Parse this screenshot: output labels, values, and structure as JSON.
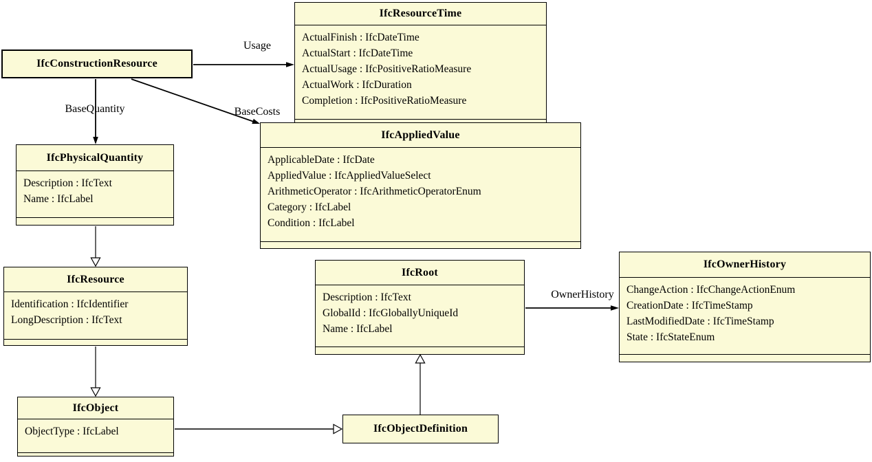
{
  "diagram": {
    "background_color": "#ffffff",
    "box_fill_color": "#fbfad7",
    "border_color": "#000000"
  },
  "classes": [
    {
      "name": "IfcConstructionResource",
      "attributes": []
    },
    {
      "name": "IfcResourceTime",
      "attributes": [
        "ActualFinish : IfcDateTime",
        "ActualStart : IfcDateTime",
        "ActualUsage : IfcPositiveRatioMeasure",
        "ActualWork : IfcDuration",
        "Completion : IfcPositiveRatioMeasure"
      ]
    },
    {
      "name": "IfcAppliedValue",
      "attributes": [
        "ApplicableDate : IfcDate",
        "AppliedValue : IfcAppliedValueSelect",
        "ArithmeticOperator : IfcArithmeticOperatorEnum",
        "Category : IfcLabel",
        "Condition : IfcLabel"
      ]
    },
    {
      "name": "IfcPhysicalQuantity",
      "attributes": [
        "Description : IfcText",
        "Name : IfcLabel"
      ]
    },
    {
      "name": "IfcResource",
      "attributes": [
        "Identification : IfcIdentifier",
        "LongDescription : IfcText"
      ]
    },
    {
      "name": "IfcRoot",
      "attributes": [
        "Description : IfcText",
        "GlobalId : IfcGloballyUniqueId",
        "Name : IfcLabel"
      ]
    },
    {
      "name": "IfcOwnerHistory",
      "attributes": [
        "ChangeAction : IfcChangeActionEnum",
        "CreationDate : IfcTimeStamp",
        "LastModifiedDate : IfcTimeStamp",
        "State : IfcStateEnum"
      ]
    },
    {
      "name": "IfcObject",
      "attributes": [
        "ObjectType : IfcLabel"
      ]
    },
    {
      "name": "IfcObjectDefinition",
      "attributes": []
    }
  ],
  "edges": {
    "usage": "Usage",
    "base_quantity": "BaseQuantity",
    "base_costs": "BaseCosts",
    "owner_history": "OwnerHistory"
  }
}
